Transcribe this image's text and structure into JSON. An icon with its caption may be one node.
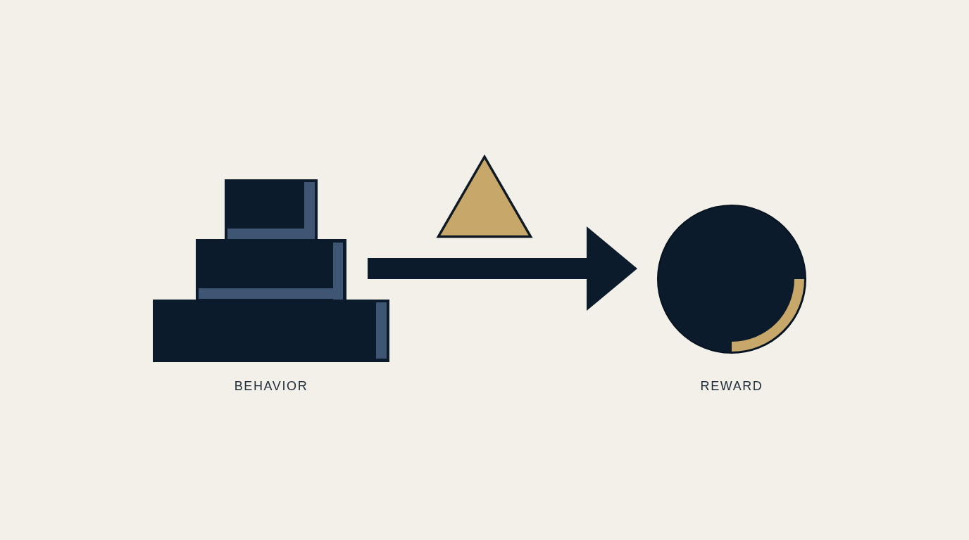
{
  "diagram": {
    "nodes": [
      {
        "text": [
          "BEHAVIOR"
        ]
      },
      {
        "text": [],
        "shape": "triangle"
      },
      {
        "text": [
          "REWARD"
        ]
      }
    ],
    "edges": [
      {
        "from": 0,
        "to": 2,
        "arrow": "to"
      }
    ]
  }
}
